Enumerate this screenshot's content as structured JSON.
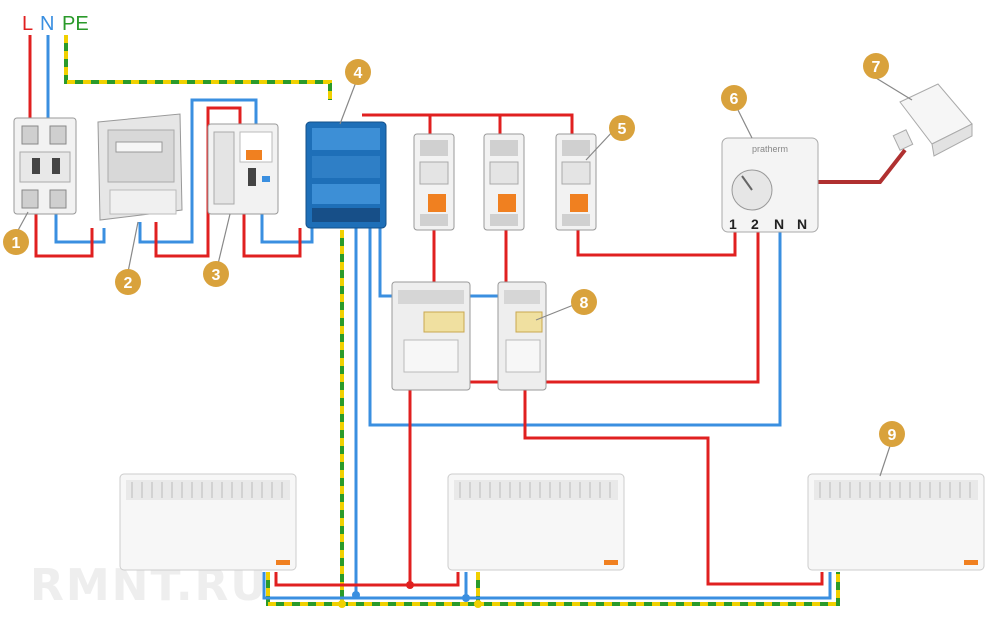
{
  "legend": {
    "line": "L",
    "neutral": "N",
    "earth": "PE"
  },
  "terminals": {
    "t1": "1",
    "t2": "2",
    "t3": "N",
    "t4": "N"
  },
  "thermostat_brand": "pratherm",
  "watermark": "RMNT.RU",
  "callouts": [
    {
      "id": "c1",
      "label": "1"
    },
    {
      "id": "c2",
      "label": "2"
    },
    {
      "id": "c3",
      "label": "3"
    },
    {
      "id": "c4",
      "label": "4"
    },
    {
      "id": "c5",
      "label": "5"
    },
    {
      "id": "c6",
      "label": "6"
    },
    {
      "id": "c7",
      "label": "7"
    },
    {
      "id": "c8",
      "label": "8"
    },
    {
      "id": "c9",
      "label": "9"
    }
  ],
  "colors": {
    "line": "#e02020",
    "neutral": "#3a8fe0",
    "earth_green": "#2a9a2a",
    "earth_yellow": "#f0d000",
    "callout": "#d9a23c",
    "sensor_wire": "#b03030",
    "breaker_orange": "#f08020",
    "distribution_blue": "#1e6fb8"
  }
}
